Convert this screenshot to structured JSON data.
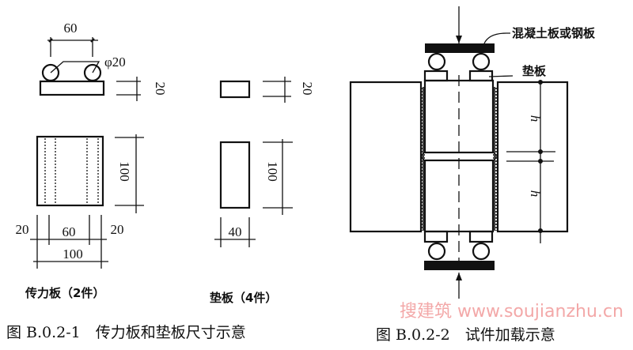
{
  "figure1": {
    "force_plate": {
      "top_spacing": "60",
      "rod_diameter": "φ20",
      "thickness": "20",
      "height": "100",
      "edge_left": "20",
      "middle": "60",
      "edge_right": "20",
      "width": "100",
      "label": "传力板（2件）"
    },
    "pad_plate": {
      "thickness": "20",
      "height": "100",
      "width": "40",
      "label": "垫板（4件）"
    },
    "caption": "图 B.0.2-1　传力板和垫板尺寸示意"
  },
  "figure2": {
    "plate_label": "混凝土板或钢板",
    "pad_label": "垫板",
    "h_label_top": "h",
    "h_label_bottom": "h",
    "caption": "图 B.0.2-2　试件加载示意"
  },
  "watermark": "搜建筑 www.soujianzhu.cn"
}
